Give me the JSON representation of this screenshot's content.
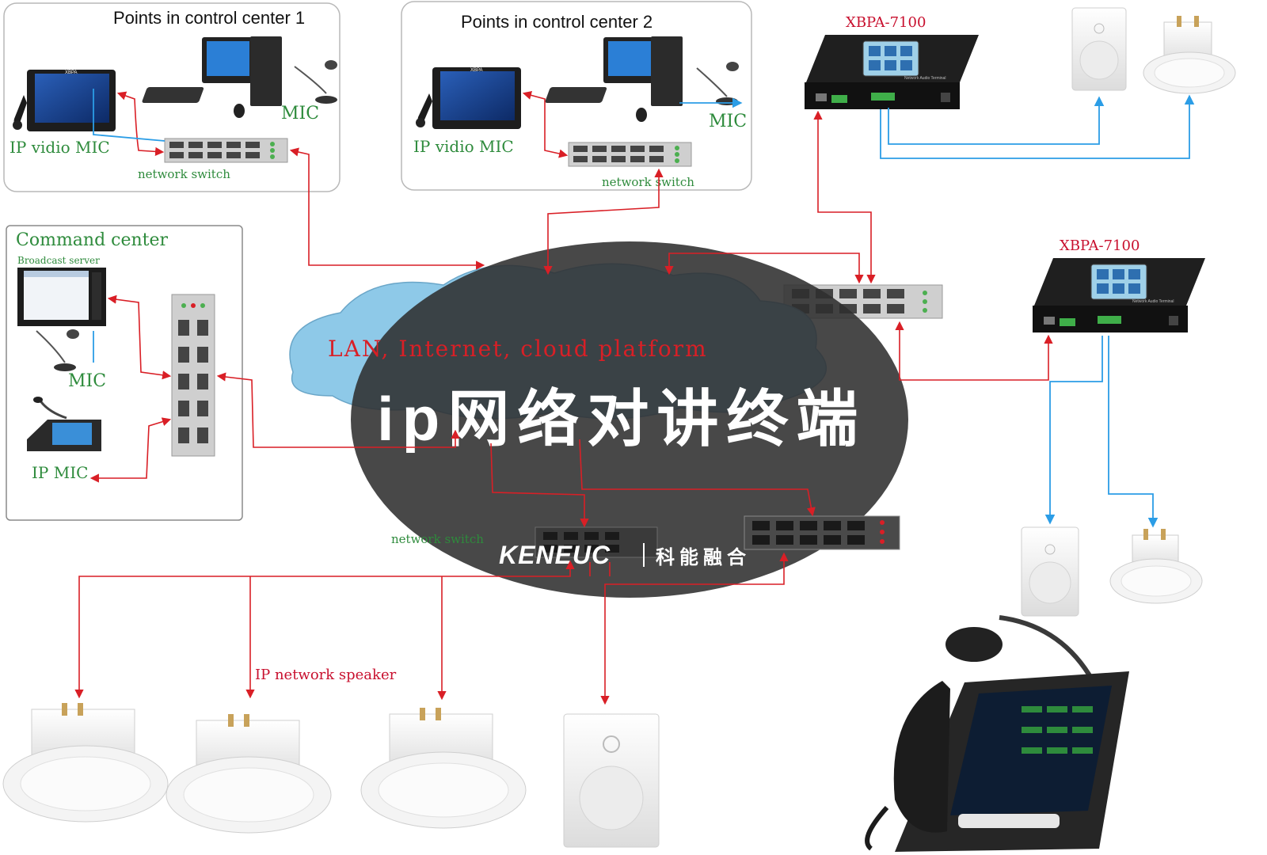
{
  "areas": {
    "cc1": {
      "title": "Points in control center 1",
      "video_mic": "IP vidio MIC",
      "mic": "MIC",
      "switch": "network switch",
      "device_brand": "XBPA"
    },
    "cc2": {
      "title": "Points in control center 2",
      "video_mic": "IP vidio MIC",
      "mic": "MIC",
      "switch": "network switch",
      "device_brand": "XBPA"
    },
    "command": {
      "title": "Command center",
      "server": "Broadcast server",
      "mic": "MIC",
      "ip_mic": "IP MIC"
    }
  },
  "amplifiers": [
    {
      "model": "XBPA-7100",
      "panel_label": "Network Audio Terminal"
    },
    {
      "model": "XBPA-7100",
      "panel_label": "Network Audio Terminal"
    }
  ],
  "cloud": {
    "label": "LAN, Internet, cloud platform"
  },
  "overlay": {
    "title": "ip网络对讲终端",
    "brand": "KENEUC",
    "brand_cn": "科能融合"
  },
  "bottom": {
    "switch": "network switch",
    "speaker": "IP network speaker"
  },
  "colors": {
    "network_link": "#d91f26",
    "audio_link": "#2b9de6",
    "label_green": "#2e8b3c",
    "label_red": "#c8102e",
    "overlay": "#2f2f2f"
  }
}
